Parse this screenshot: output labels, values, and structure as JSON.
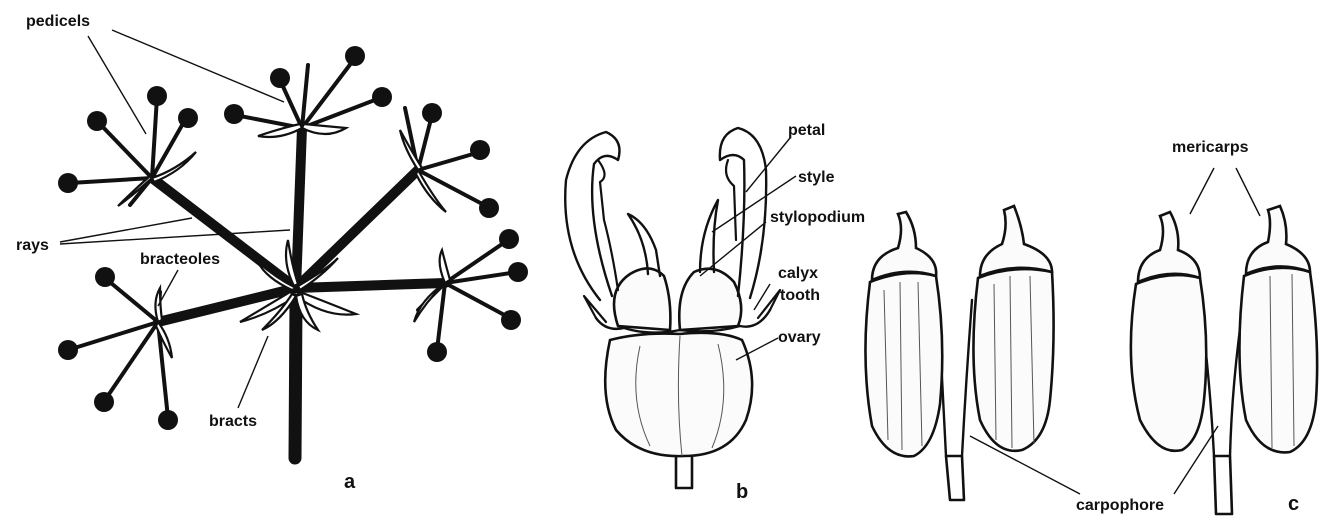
{
  "panels": {
    "a": {
      "letter": "a",
      "labels": {
        "pedicels": "pedicels",
        "rays": "rays",
        "bracteoles": "bracteoles",
        "bracts": "bracts"
      }
    },
    "b": {
      "letter": "b",
      "labels": {
        "petal": "petal",
        "style": "style",
        "stylopodium": "stylopodium",
        "calyx": "calyx",
        "tooth": "tooth",
        "ovary": "ovary"
      }
    },
    "c": {
      "letter": "c",
      "labels": {
        "mericarps": "mericarps",
        "carpophore": "carpophore"
      }
    }
  }
}
